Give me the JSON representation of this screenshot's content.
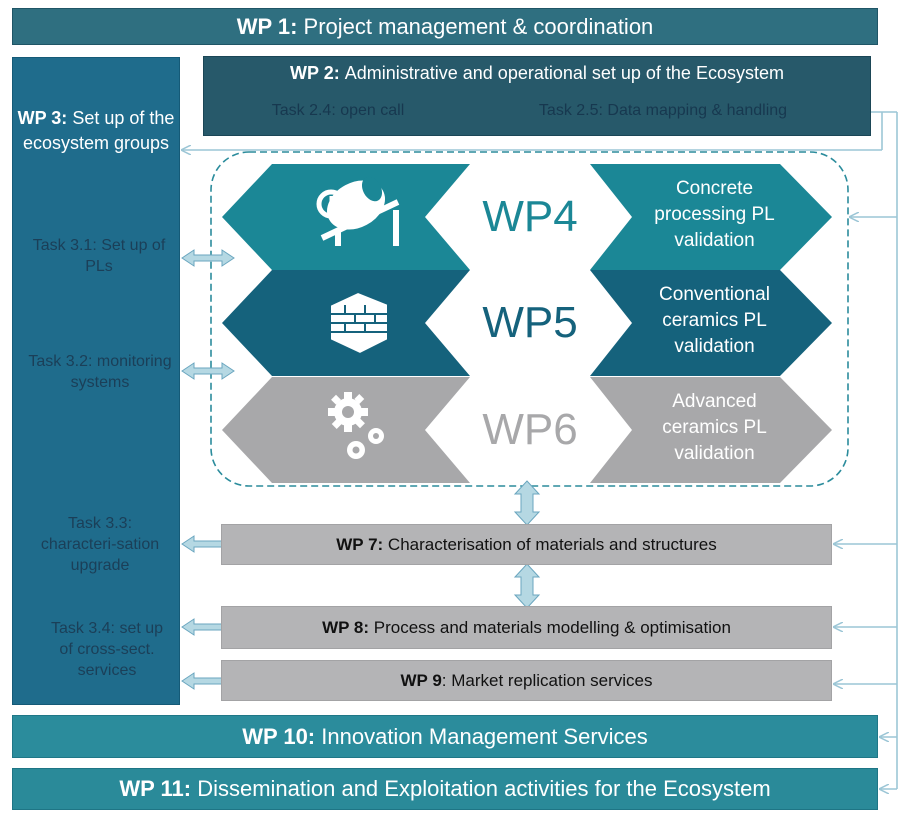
{
  "wp1": {
    "label": "WP 1:",
    "title": "Project management & coordination"
  },
  "wp2": {
    "label": "WP 2:",
    "title": "Administrative and operational set up of the Ecosystem",
    "task24": "Task 2.4: open call",
    "task25": "Task 2.5: Data mapping & handling"
  },
  "wp3": {
    "label": "WP 3:",
    "title": "Set up of the ecosystem groups",
    "tasks": [
      {
        "label": "Task 3.1: Set up of PLs"
      },
      {
        "label": "Task 3.2: monitoring systems"
      },
      {
        "label": "Task 3.3: characteri-sation upgrade"
      },
      {
        "label": "Task 3.4: set up of cross-sect. services"
      }
    ]
  },
  "wp4": {
    "name": "WP4",
    "text": "Concrete processing PL validation",
    "icon": "concrete-mixer-icon",
    "color": "#1b8796"
  },
  "wp5": {
    "name": "WP5",
    "text": "Conventional ceramics PL validation",
    "icon": "brick-wall-icon",
    "color": "#15627c"
  },
  "wp6": {
    "name": "WP6",
    "text": "Advanced ceramics PL validation",
    "icon": "gears-icon",
    "color": "#a8a8aa"
  },
  "wp7": {
    "label": "WP 7:",
    "title": "Characterisation of materials and structures"
  },
  "wp8": {
    "label": "WP 8:",
    "title": "Process and materials modelling & optimisation"
  },
  "wp9": {
    "label": "WP 9",
    "title": ": Market replication services"
  },
  "wp10": {
    "label": "WP 10:",
    "title": "Innovation Management Services"
  },
  "wp11": {
    "label": "WP 11:",
    "title": "Dissemination and Exploitation activities for the Ecosystem"
  }
}
